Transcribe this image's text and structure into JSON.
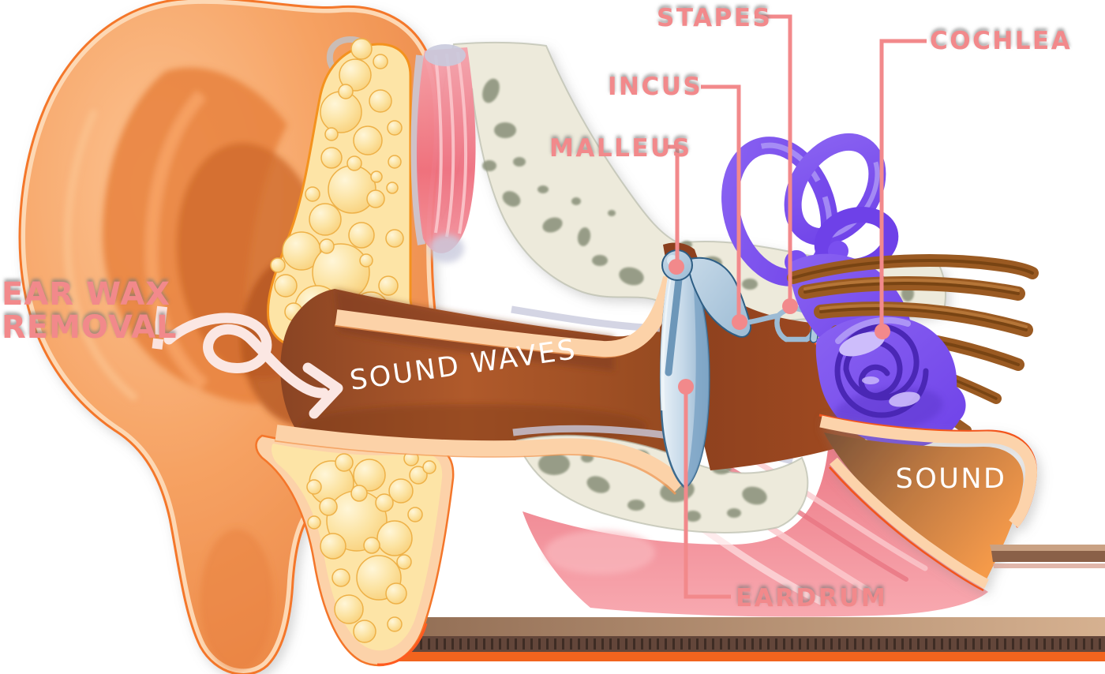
{
  "page": {
    "background": "#FFFFFF",
    "description": "Cross-section illustration of the human ear anatomy with ear wax removal annotation"
  },
  "callouts": {
    "malleus": {
      "text": "MALLEUS"
    },
    "incus": {
      "text": "INCUS"
    },
    "stapes": {
      "text": "STAPES"
    },
    "cochlea": {
      "text": "COCHLEA"
    },
    "eardrum": {
      "text": "EARDRUM"
    }
  },
  "annotations": {
    "ear_wax_removal": {
      "line1": "EAR WAX",
      "line2": "REMOVAL",
      "exclamation": "!"
    },
    "sound_waves": "SOUND WAVES",
    "sound": "SOUND"
  },
  "colors": {
    "label_pink": "#F2898B",
    "leader_pink": "#F2898B",
    "text_white": "#FFFFFF",
    "skin_orange": "#F49B5B",
    "skin_rim_peach": "#FDD8B4",
    "skin_outline_orange": "#F4772A",
    "canal_brown": "#B05A2B",
    "fat_yellow": "#FDE4A6",
    "fat_outline": "#F4921E",
    "bone_cream": "#EDEADB",
    "bone_spot_gray": "#8E947E",
    "muscle_pink": "#EE6F7F",
    "ossicle_blue": "#AECADF",
    "inner_ear_purple": "#7A4FF0",
    "nerve_brown": "#9A5A22",
    "floor_orange": "#F2641E",
    "arrow_pale_pink": "#FBE7E3"
  }
}
